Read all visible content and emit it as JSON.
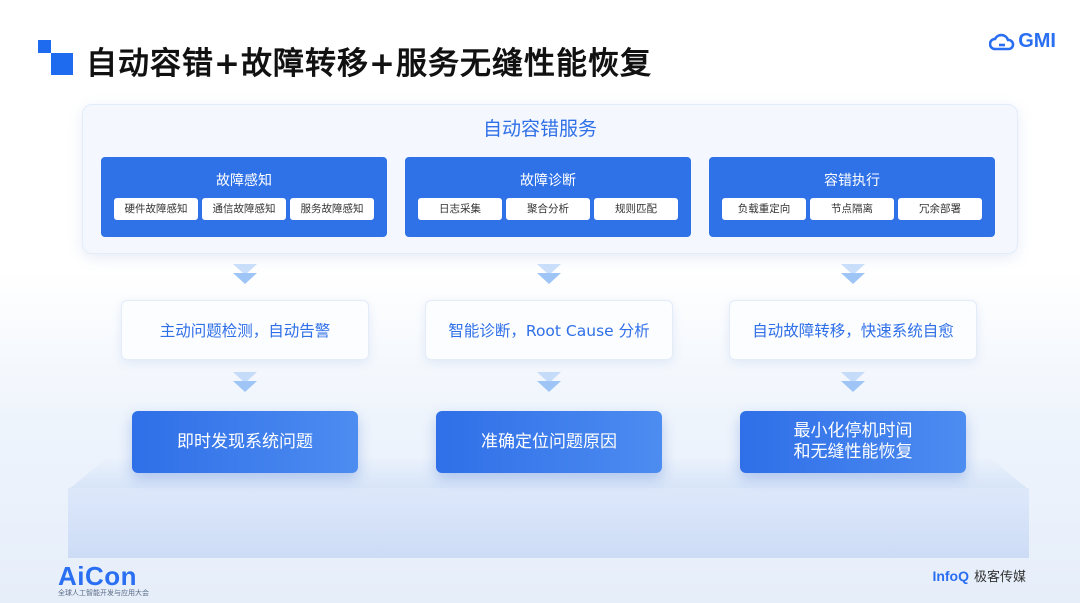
{
  "slide_title": "自动容错+故障转移+服务无缝性能恢复",
  "brand": "GMI",
  "service_panel": {
    "title": "自动容错服务",
    "modules": [
      {
        "title": "故障感知",
        "items": [
          "硬件故障感知",
          "通信故障感知",
          "服务故障感知"
        ]
      },
      {
        "title": "故障诊断",
        "items": [
          "日志采集",
          "聚合分析",
          "规则匹配"
        ]
      },
      {
        "title": "容错执行",
        "items": [
          "负载重定向",
          "节点隔离",
          "冗余部署"
        ]
      }
    ]
  },
  "middle": [
    "主动问题检测，自动告警",
    "智能诊断，Root Cause 分析",
    "自动故障转移，快速系统自愈"
  ],
  "results": [
    {
      "line1": "即时发现系统问题",
      "line2": ""
    },
    {
      "line1": "准确定位问题原因",
      "line2": ""
    },
    {
      "line1": "最小化停机时间",
      "line2": "和无缝性能恢复"
    }
  ],
  "footer": {
    "aicon": "AiCon",
    "aicon_sub": "全球人工智能开发与应用大会",
    "infoq": "InfoQ",
    "publisher": "极客传媒"
  },
  "colors": {
    "accent": "#2f6fe8",
    "module_bg": "#2f72e8"
  }
}
